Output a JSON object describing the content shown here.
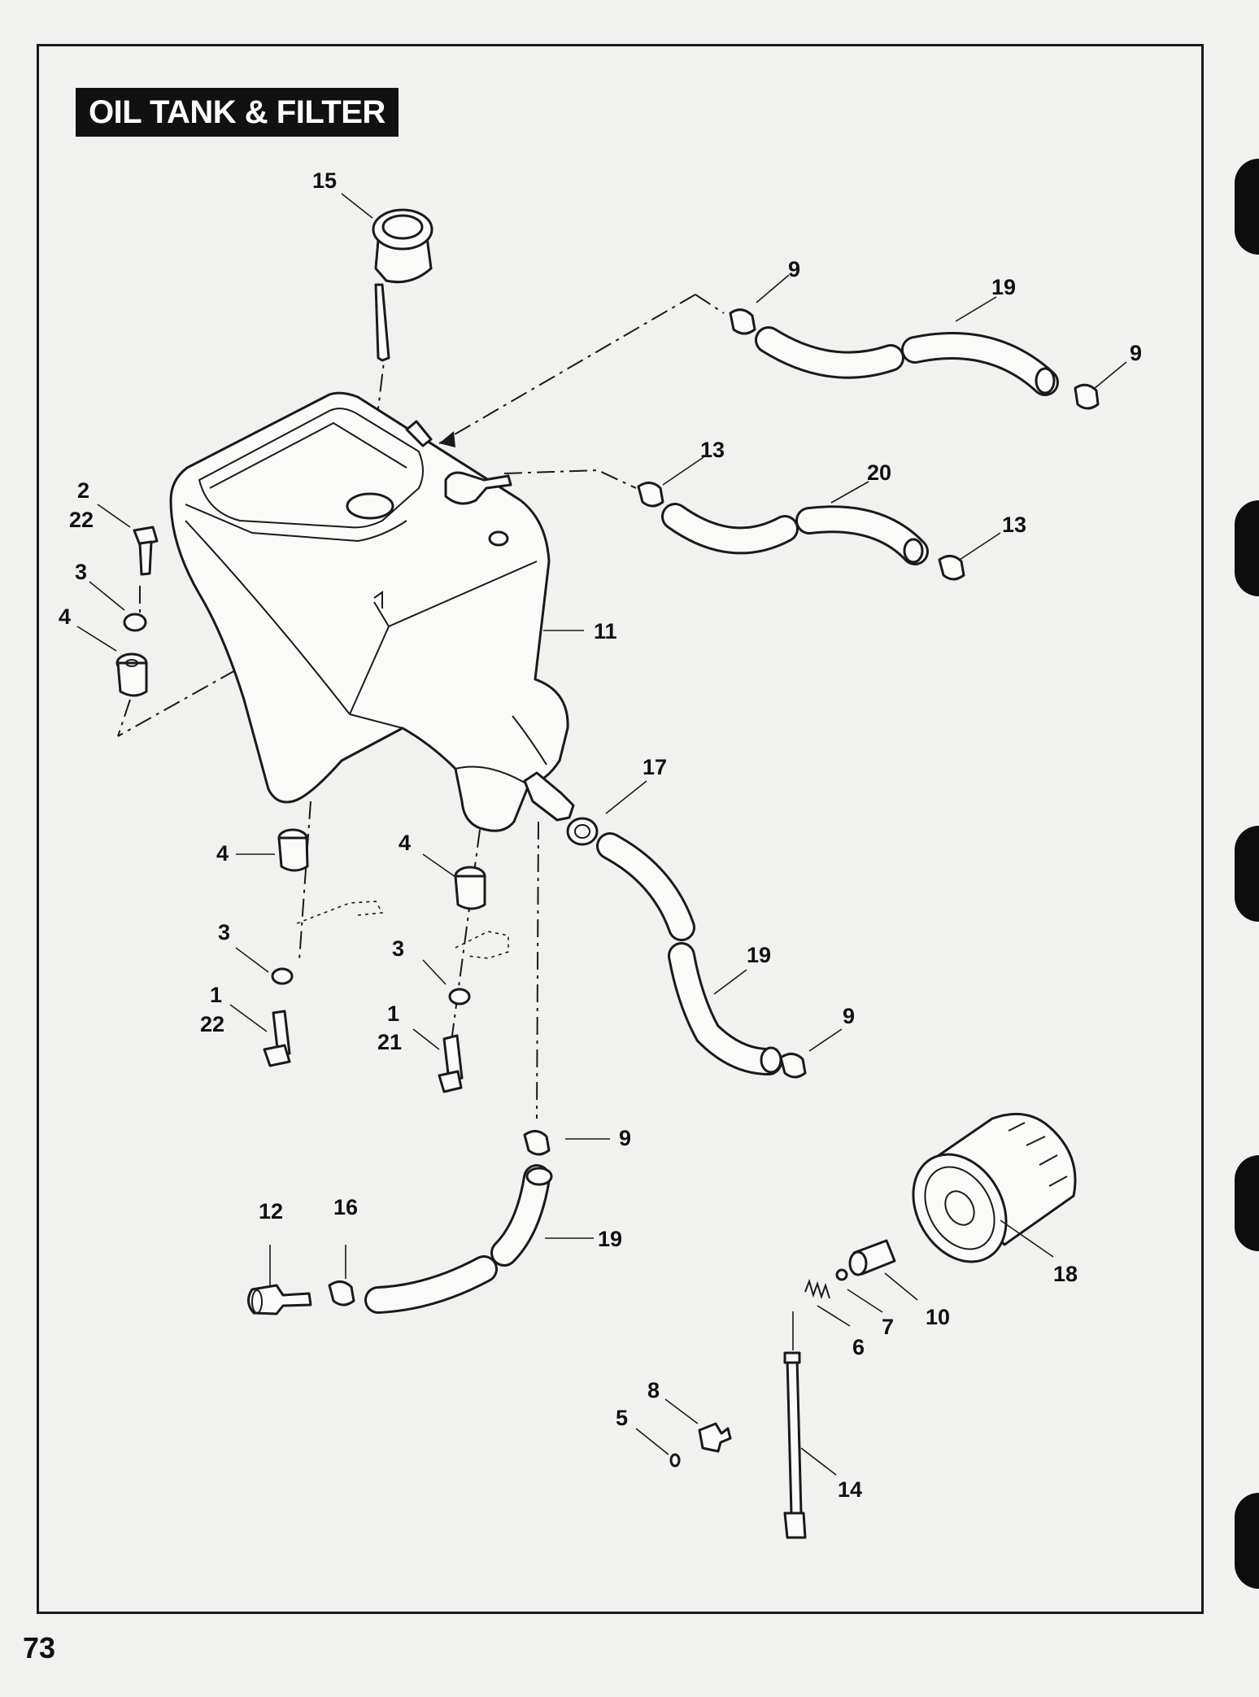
{
  "title": "OIL TANK & FILTER",
  "page_number": "73",
  "callouts": [
    {
      "id": "c15",
      "text": "15"
    },
    {
      "id": "c9a",
      "text": "9"
    },
    {
      "id": "c19a",
      "text": "19"
    },
    {
      "id": "c9b",
      "text": "9"
    },
    {
      "id": "c2",
      "text": "2"
    },
    {
      "id": "c22a",
      "text": "22"
    },
    {
      "id": "c13a",
      "text": "13"
    },
    {
      "id": "c20",
      "text": "20"
    },
    {
      "id": "c13b",
      "text": "13"
    },
    {
      "id": "c3a",
      "text": "3"
    },
    {
      "id": "c4a",
      "text": "4"
    },
    {
      "id": "c11",
      "text": "11"
    },
    {
      "id": "c17",
      "text": "17"
    },
    {
      "id": "c4b",
      "text": "4"
    },
    {
      "id": "c4c",
      "text": "4"
    },
    {
      "id": "c3b",
      "text": "3"
    },
    {
      "id": "c19b",
      "text": "19"
    },
    {
      "id": "c3c",
      "text": "3"
    },
    {
      "id": "c1a",
      "text": "1"
    },
    {
      "id": "c22b",
      "text": "22"
    },
    {
      "id": "c1b",
      "text": "1"
    },
    {
      "id": "c21",
      "text": "21"
    },
    {
      "id": "c9c",
      "text": "9"
    },
    {
      "id": "c9d",
      "text": "9"
    },
    {
      "id": "c12",
      "text": "12"
    },
    {
      "id": "c16",
      "text": "16"
    },
    {
      "id": "c19c",
      "text": "19"
    },
    {
      "id": "c18",
      "text": "18"
    },
    {
      "id": "c10",
      "text": "10"
    },
    {
      "id": "c7",
      "text": "7"
    },
    {
      "id": "c6",
      "text": "6"
    },
    {
      "id": "c8",
      "text": "8"
    },
    {
      "id": "c5",
      "text": "5"
    },
    {
      "id": "c14",
      "text": "14"
    }
  ]
}
